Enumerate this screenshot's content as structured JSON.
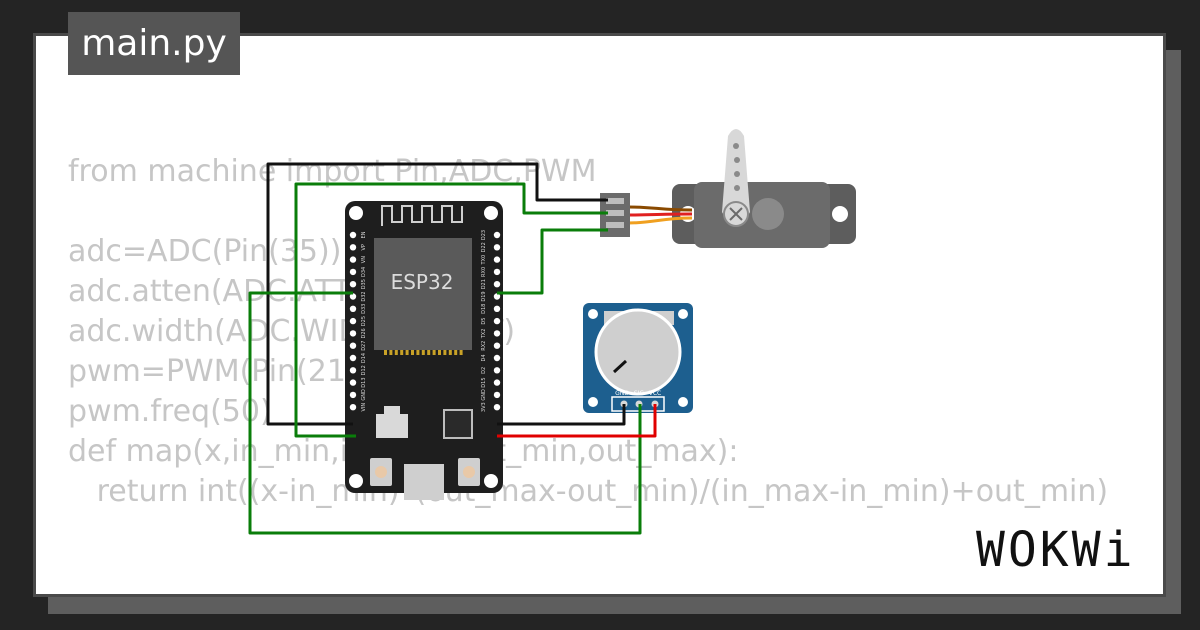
{
  "tab": {
    "label": "main.py"
  },
  "code": {
    "lines": [
      "from machine import Pin,ADC,PWM",
      "",
      "adc=ADC(Pin(35))",
      "adc.atten(ADC.ATTN_11DB)",
      "adc.width(ADC.WIDTH_10BIT)",
      "pwm=PWM(Pin(21))",
      "pwm.freq(50)",
      "def map(x,in_min,in_max,out_min,out_max):",
      "   return int((x-in_min)*(out_max-out_min)/(in_max-in_min)+out_min)"
    ]
  },
  "board": {
    "label": "ESP32",
    "pins_left": [
      "EN",
      "VP",
      "VN",
      "D34",
      "D35",
      "D32",
      "D33",
      "D25",
      "D26",
      "D27",
      "D14",
      "D12",
      "D13",
      "GND",
      "VIN"
    ],
    "pins_right": [
      "D23",
      "D22",
      "TX0",
      "RX0",
      "D21",
      "D19",
      "D18",
      "D5",
      "TX2",
      "RX2",
      "D4",
      "D2",
      "D15",
      "GND",
      "3V3"
    ]
  },
  "potentiometer": {
    "pins": [
      "GND",
      "SIG",
      "VCC"
    ]
  },
  "brand": {
    "name": "WOKWi"
  },
  "colors": {
    "background": "#242424",
    "card": "#ffffff",
    "tab": "#555555",
    "code_text": "#c6c6c6",
    "board": "#1e1e1e",
    "chip": "#5a5a5a",
    "wire_green": "#0a7d0a",
    "wire_black": "#111111",
    "wire_red": "#e00000",
    "pot_board": "#1d5f8f",
    "servo_body": "#5d5d5d"
  }
}
